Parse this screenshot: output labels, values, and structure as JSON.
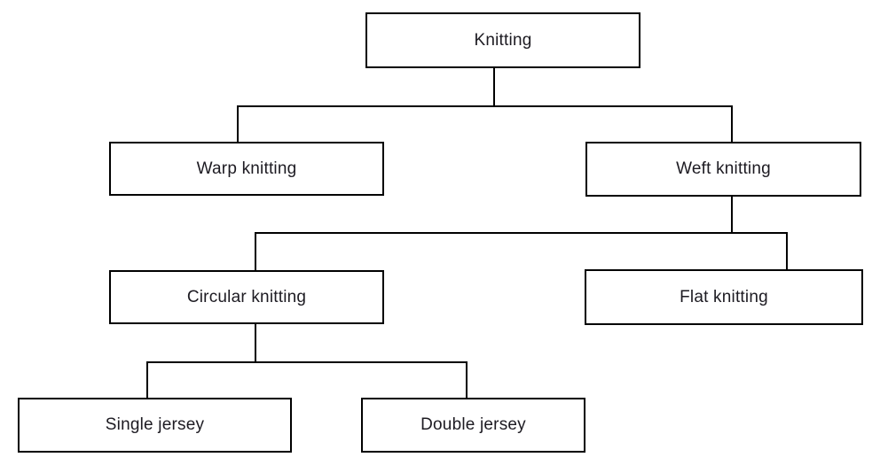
{
  "diagram": {
    "type": "tree",
    "background_color": "#ffffff",
    "line_color": "#000000",
    "text_color": "#1d1b22",
    "nodes": {
      "knitting": {
        "label": "Knitting"
      },
      "warp": {
        "label": "Warp knitting"
      },
      "weft": {
        "label": "Weft knitting"
      },
      "circular": {
        "label": "Circular knitting"
      },
      "flat": {
        "label": "Flat knitting"
      },
      "single_jersey": {
        "label": "Single jersey"
      },
      "double_jersey": {
        "label": "Double jersey"
      }
    },
    "edges": [
      {
        "from": "Knitting",
        "to": "Warp knitting"
      },
      {
        "from": "Knitting",
        "to": "Weft knitting"
      },
      {
        "from": "Weft knitting",
        "to": "Circular knitting"
      },
      {
        "from": "Weft knitting",
        "to": "Flat knitting"
      },
      {
        "from": "Circular knitting",
        "to": "Single jersey"
      },
      {
        "from": "Circular knitting",
        "to": "Double jersey"
      }
    ]
  }
}
